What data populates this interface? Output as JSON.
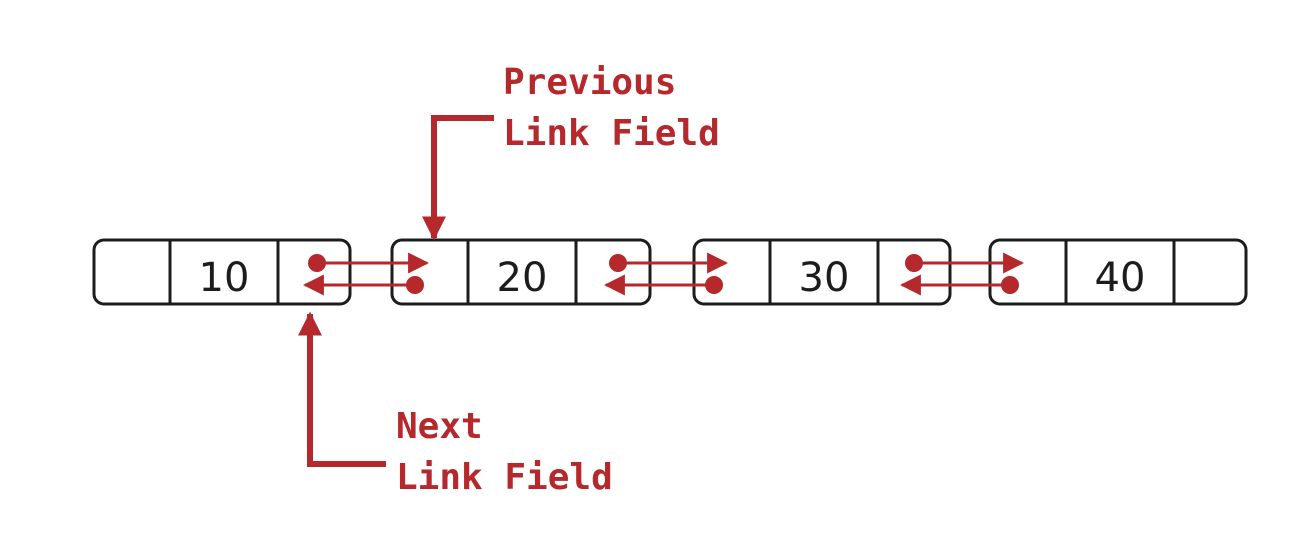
{
  "nodes": [
    {
      "value": "10"
    },
    {
      "value": "20"
    },
    {
      "value": "30"
    },
    {
      "value": "40"
    }
  ],
  "callouts": {
    "previous_link": {
      "line1": "Previous",
      "line2": "Link Field"
    },
    "next_link": {
      "line1": "Next",
      "line2": "Link Field"
    }
  },
  "colors": {
    "accent": "#b5282b",
    "node_stroke": "#1c1c1c",
    "node_fill": "#ffffff"
  }
}
